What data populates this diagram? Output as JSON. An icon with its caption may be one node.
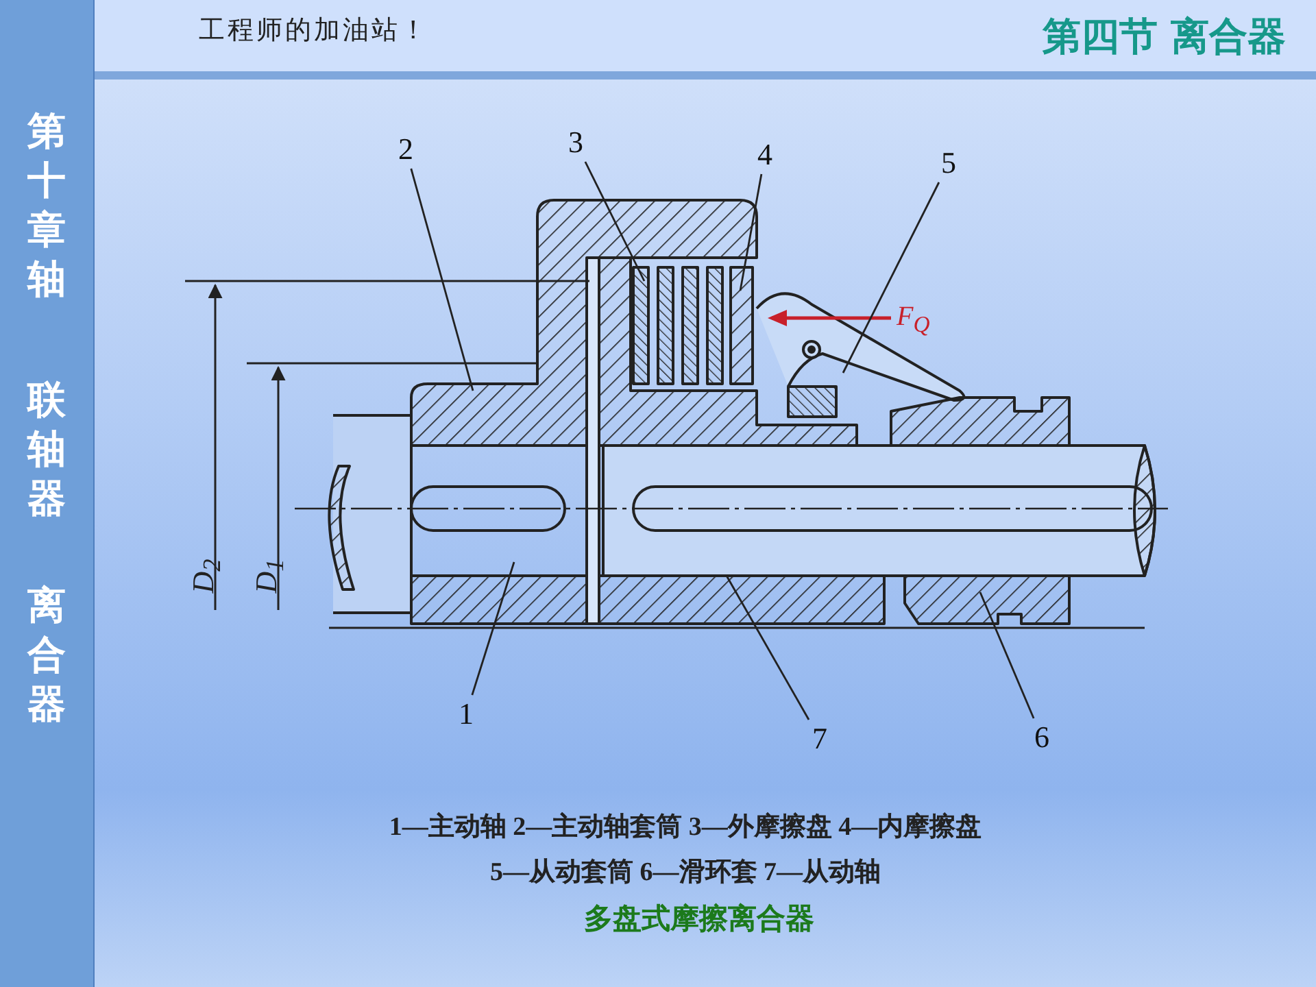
{
  "diagram": {
    "title": "第四节 离合器",
    "caption": "多盘式摩擦离合器",
    "nodes": [
      {
        "text": [
          "2"
        ]
      },
      {
        "text": [
          "3"
        ]
      },
      {
        "text": [
          "4"
        ]
      },
      {
        "text": [
          "5"
        ]
      },
      {
        "text": [
          "1"
        ]
      },
      {
        "text": [
          "7"
        ]
      },
      {
        "text": [
          "6"
        ]
      }
    ],
    "edges": [
      {
        "from": 0,
        "to": null,
        "arrow": "none"
      },
      {
        "from": 1,
        "to": null,
        "arrow": "none"
      },
      {
        "from": 2,
        "to": null,
        "arrow": "none"
      },
      {
        "from": 3,
        "to": null,
        "arrow": "none"
      },
      {
        "from": 4,
        "to": null,
        "arrow": "none"
      },
      {
        "from": 5,
        "to": null,
        "arrow": "none"
      },
      {
        "from": 6,
        "to": null,
        "arrow": "none"
      }
    ],
    "labels": [
      "工程师的加油站！",
      "第十章轴",
      "联轴器",
      "离合器",
      "D$_{2}$",
      "D$_{1}$",
      "F$_{Q}$",
      "1—主动轴 2—主动轴套筒 3—外摩擦盘 4—内摩擦盘",
      "5—从动套筒 6—滑环套 7—从动轴"
    ]
  }
}
